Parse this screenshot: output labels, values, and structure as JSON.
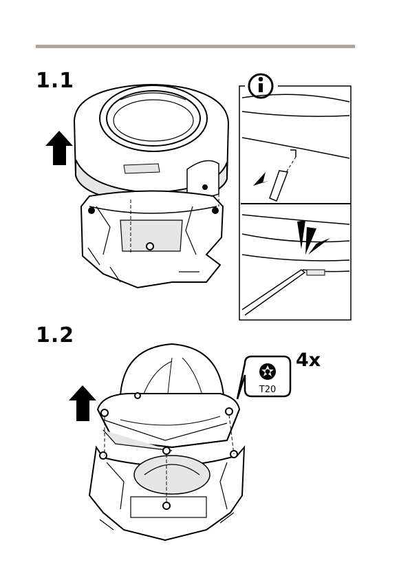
{
  "steps": [
    {
      "number": "1.1"
    },
    {
      "number": "1.2"
    }
  ],
  "info_panel": {
    "icon": "info-icon"
  },
  "tool": {
    "label": "T20",
    "icon": "torx-screwdriver-icon",
    "quantity": "4x"
  },
  "colors": {
    "rule": "#b0a59b",
    "line": "#000000",
    "fill": "#ffffff",
    "shade": "#e6e6e6"
  }
}
